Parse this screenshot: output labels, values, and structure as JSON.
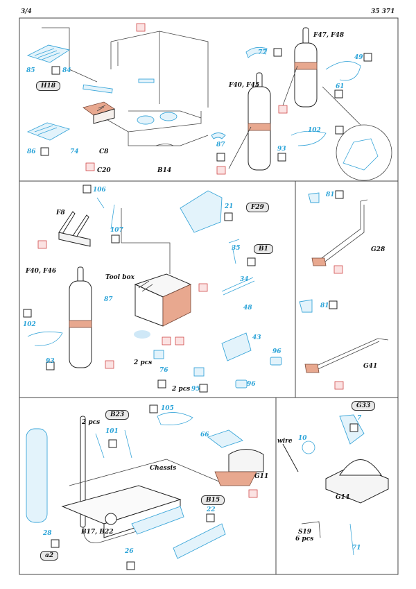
{
  "header": {
    "sheet": "3/4",
    "kit_no": "35 371"
  },
  "labels": {
    "f47_f48": "F47, F48",
    "f40_f45": "F40, F45",
    "f40_f46": "F40, F46",
    "c8": "C8",
    "c20": "C20",
    "b14": "B14",
    "f8": "F8",
    "tool_box": "Tool box",
    "two_pcs_a": "2 pcs",
    "two_pcs_b": "2 pcs",
    "two_pcs_c": "2 pcs",
    "g28": "G28",
    "g41": "G41",
    "chassis": "Chassis",
    "b17_b22": "B17, B22",
    "g11": "G11",
    "wire": "wire",
    "g14": "G14",
    "s19": "S19",
    "six_pcs": "6 pcs"
  },
  "pills": {
    "h18": "H18",
    "f29": "F29",
    "b1": "B1",
    "b23": "B23",
    "b15": "B15",
    "a2": "a2",
    "g33": "G33"
  },
  "part_numbers": {
    "p85": "85",
    "p84": "84",
    "p86": "86",
    "p74": "74",
    "p77": "77",
    "p49": "49",
    "p61": "61",
    "p102a": "102",
    "p87a": "87",
    "p93a": "93",
    "p106": "106",
    "p107": "107",
    "p21": "21",
    "p35": "35",
    "p34": "34",
    "p87b": "87",
    "p48": "48",
    "p43": "43",
    "p96a": "96",
    "p96b": "96",
    "p102b": "102",
    "p93b": "93",
    "p76": "76",
    "p95": "95",
    "p81a": "81",
    "p81b": "81",
    "p105": "105",
    "p101": "101",
    "p66": "66",
    "p28": "28",
    "p22": "22",
    "p26": "26",
    "p7": "7",
    "p10": "10",
    "p71": "71"
  }
}
